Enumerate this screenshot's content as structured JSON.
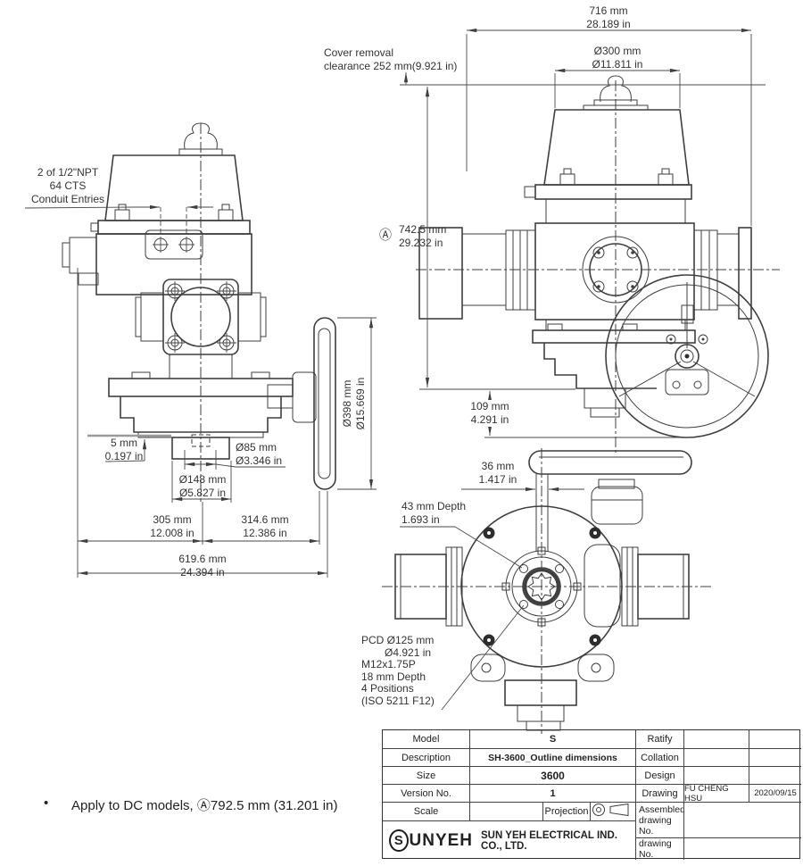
{
  "colors": {
    "line": "#3f3f3f",
    "text": "#333333",
    "background": "#ffffff"
  },
  "annotations": {
    "cover_clearance": {
      "line1": "Cover removal",
      "line2": "clearance  252 mm(9.921 in)"
    },
    "dim_716": {
      "mm": "716 mm",
      "in": "28.189 in"
    },
    "dim_300": {
      "mm": "Ø300 mm",
      "in": "Ø11.811 in"
    },
    "dim_A": {
      "marker": "Ⓐ",
      "mm": "742.5 mm",
      "in": "29.232 in"
    },
    "dim_109": {
      "mm": "109 mm",
      "in": "4.291 in"
    },
    "dim_398": {
      "mm": "Ø398 mm",
      "in": "Ø15.669 in"
    },
    "conduit": {
      "line1": "2 of 1/2\"NPT",
      "line2": "64 CTS",
      "line3": "Conduit Entries"
    },
    "dim_5": {
      "mm": "5 mm",
      "in": "0.197 in"
    },
    "dim_85": {
      "mm": "Ø85 mm",
      "in": "Ø3.346 in"
    },
    "dim_148": {
      "mm": "Ø148 mm",
      "in": "Ø5.827 in"
    },
    "dim_305": {
      "mm": "305 mm",
      "in": "12.008 in"
    },
    "dim_314": {
      "mm": "314.6 mm",
      "in": "12.386 in"
    },
    "dim_619": {
      "mm": "619.6 mm",
      "in": "24.394 in"
    },
    "dim_36": {
      "mm": "36 mm",
      "in": "1.417 in"
    },
    "depth_43": {
      "line1": "43 mm Depth",
      "line2": "1.693 in"
    },
    "pcd_note": [
      "PCD Ø125 mm",
      "Ø4.921 in",
      "M12x1.75P",
      "18 mm Depth",
      "4 Positions",
      "(ISO 5211 F12)"
    ]
  },
  "footnote": {
    "bullet": "•",
    "text": "Apply to DC models, Ⓐ792.5 mm (31.201 in)"
  },
  "title_block": {
    "left_rows": [
      {
        "label": "Model",
        "value": "S"
      },
      {
        "label": "Description",
        "value": "SH-3600_Outline dimensions"
      },
      {
        "label": "Size",
        "value": "3600"
      },
      {
        "label": "Version No.",
        "value": "1"
      }
    ],
    "scale_row": {
      "label": "Scale",
      "value": "",
      "projection_label": "Projection"
    },
    "right_rows": [
      {
        "label": "Ratify",
        "value": "",
        "value2": ""
      },
      {
        "label": "Collation",
        "value": "",
        "value2": ""
      },
      {
        "label": "Design",
        "value": "",
        "value2": ""
      },
      {
        "label": "Drawing",
        "value": "FU CHENG HSU",
        "value2": "2020/09/15"
      }
    ],
    "assembled_label": "Assembled drawing No.",
    "drawing_no_label": "drawing No.",
    "company": {
      "logo_first": "S",
      "logo_rest": "UNYEH",
      "name": "SUN YEH ELECTRICAL IND. CO., LTD."
    }
  }
}
